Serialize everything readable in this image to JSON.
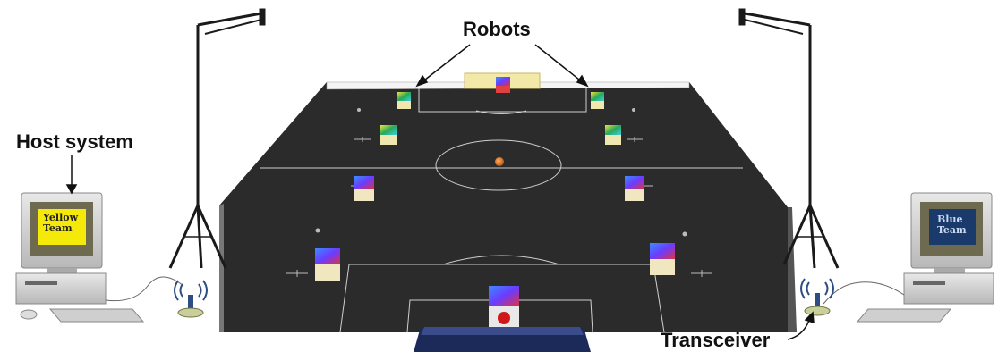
{
  "labels": {
    "robots": "Robots",
    "host_system": "Host system",
    "transceiver": "Transceiver"
  },
  "screens": {
    "yellow": "Yellow Team",
    "blue": "Blue Team"
  },
  "colors": {
    "field": "#2b2b2b",
    "field_lines": "#cfcfcf",
    "yellow_screen": "#f5e90a",
    "blue_screen": "#1a3a6b",
    "ball": "#e07a1a",
    "goal_yellow": "#f2e9a8",
    "goal_blue": "#1c2a5a"
  },
  "icons": [
    "computer-icon",
    "antenna-icon",
    "camera-mast-icon",
    "robot-icon",
    "ball-icon"
  ]
}
